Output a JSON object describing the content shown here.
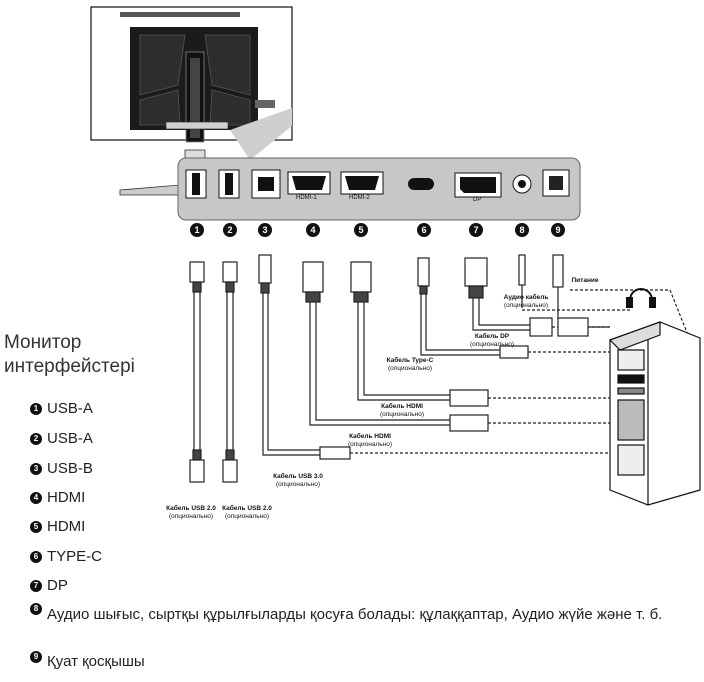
{
  "title_line1": "Монитор",
  "title_line2": "интерфейстері",
  "ports": [
    {
      "num": "1",
      "name": "USB-A"
    },
    {
      "num": "2",
      "name": "USB-A"
    },
    {
      "num": "3",
      "name": "USB-B"
    },
    {
      "num": "4",
      "name": "HDMI"
    },
    {
      "num": "5",
      "name": "HDMI"
    },
    {
      "num": "6",
      "name": "TYPE-C"
    },
    {
      "num": "7",
      "name": "DP"
    },
    {
      "num": "8",
      "name": "Аудио шығыс, сыртқы құрылғыларды қосуға болады: құлаққаптар, Аудио жүйе және т. б."
    },
    {
      "num": "9",
      "name": "Қуат қосқышы"
    }
  ],
  "port_panel_labels": [
    "HDMI-1",
    "HDMI-2",
    "DP"
  ],
  "cables": {
    "usb20_a": {
      "name": "Кабель USB 2.0",
      "note": "(опционально)"
    },
    "usb20_b": {
      "name": "Кабель USB 2.0",
      "note": "(опционально)"
    },
    "usb30": {
      "name": "Кабель USB 3.0",
      "note": "(опционально)"
    },
    "hdmi_a": {
      "name": "Кабель HDMI",
      "note": "(опционально)"
    },
    "hdmi_b": {
      "name": "Кабель HDMI",
      "note": "(опционально)"
    },
    "typec": {
      "name": "Кабель Type-C",
      "note": "(опционально)"
    },
    "dp": {
      "name": "Кабель DP",
      "note": "(опционально)"
    },
    "audio": {
      "name": "Аудио кабель",
      "note": "(опционально)"
    },
    "power": {
      "name": "Питание"
    }
  }
}
